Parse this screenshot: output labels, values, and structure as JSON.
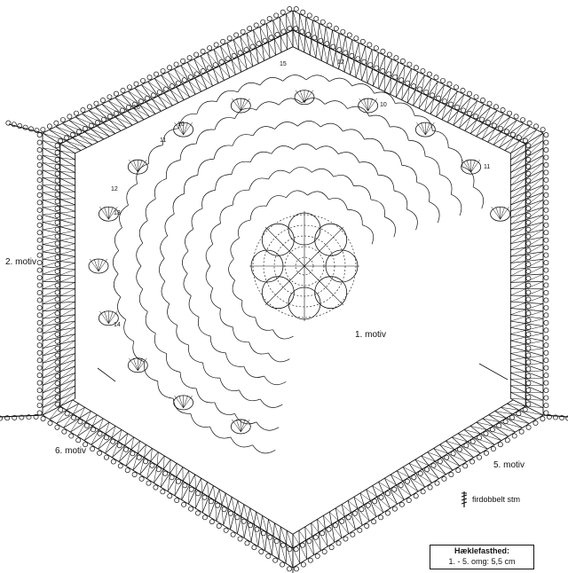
{
  "labels": {
    "motif1": "1. motiv",
    "motif2": "2. motiv",
    "motif5": "5. motiv",
    "motif6": "6. motiv",
    "stitch_legend": "firdobbelt stm",
    "gauge_title": "Hæklefasthed:",
    "gauge_value": "1. - 5. omg: 5,5 cm"
  },
  "round_numbers": [
    "10",
    "11",
    "12",
    "13",
    "14",
    "15",
    "16"
  ],
  "colors": {
    "ink": "#111111",
    "paper": "#ffffff",
    "marker": "#c0392b"
  }
}
